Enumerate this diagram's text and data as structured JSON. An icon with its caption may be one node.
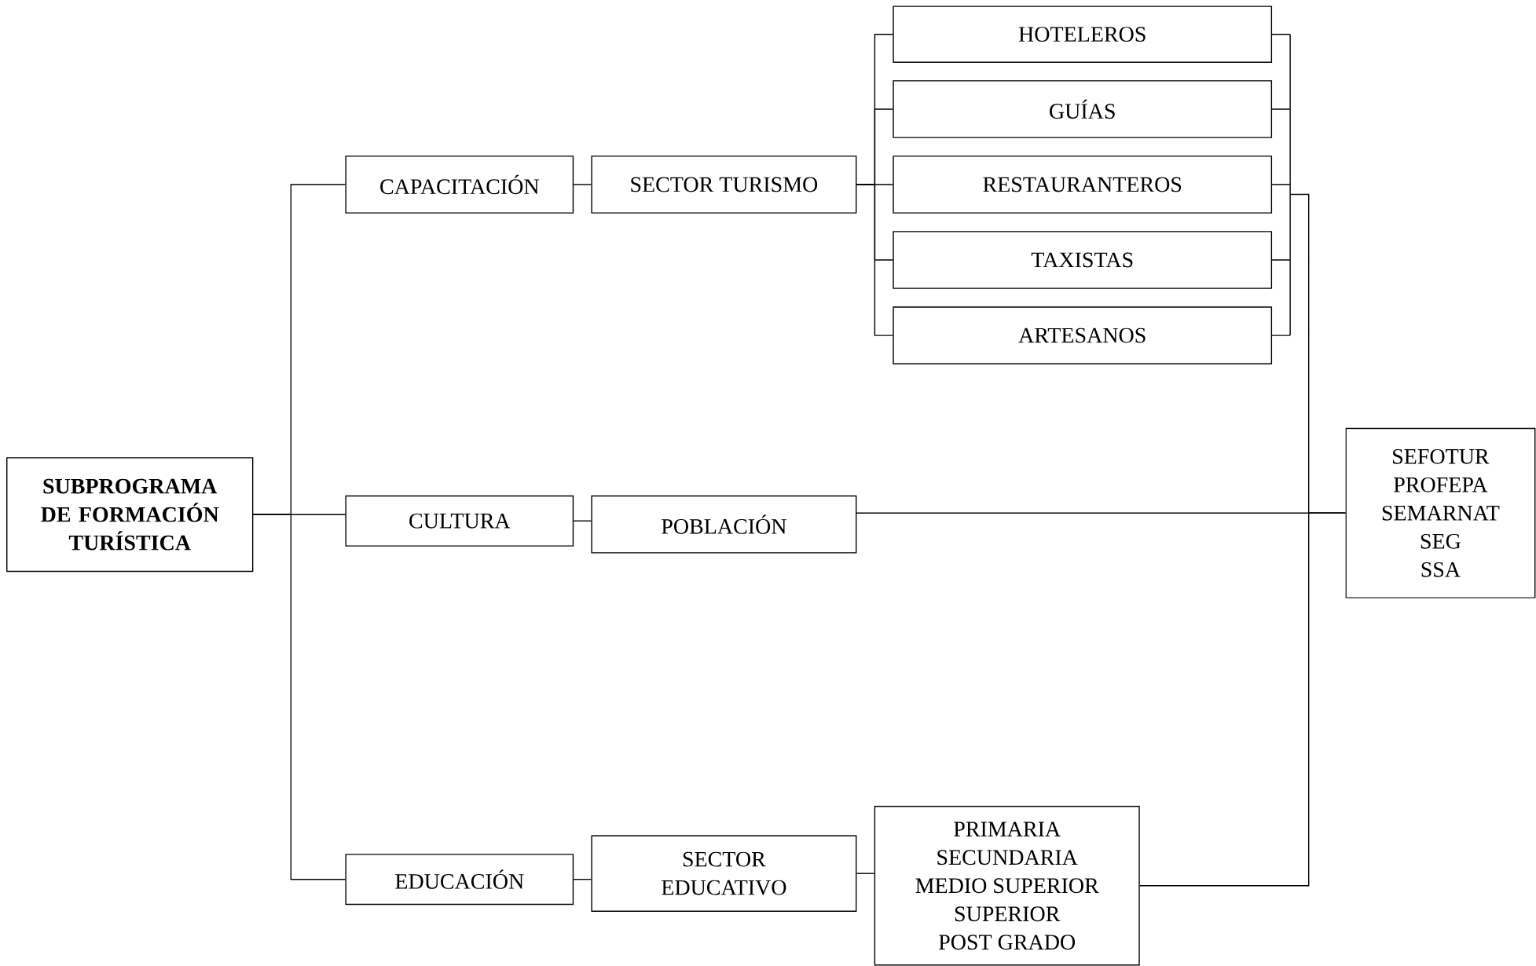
{
  "diagram": {
    "nodes": [
      {
        "text": [
          "SUBPROGRAMA DE FORMACIÓN TURÍSTICA"
        ]
      },
      {
        "text": [
          "CAPACITACIÓN"
        ]
      },
      {
        "text": [
          "SECTOR TURISMO"
        ]
      },
      {
        "text": [
          "HOTELEROS"
        ]
      },
      {
        "text": [
          "GUÍAS"
        ]
      },
      {
        "text": [
          "RESTAURANTEROS"
        ]
      },
      {
        "text": [
          "TAXISTAS"
        ]
      },
      {
        "text": [
          "ARTESANOS"
        ]
      },
      {
        "text": [
          "CULTURA"
        ]
      },
      {
        "text": [
          "POBLACIÓN"
        ]
      },
      {
        "text": [
          "SEFOTUR",
          "PROFEPA",
          "SEMARNAT",
          "SEG",
          "SSA"
        ]
      },
      {
        "text": [
          "EDUCACIÓN"
        ]
      },
      {
        "text": [
          "SECTOR EDUCATIVO"
        ]
      },
      {
        "text": [
          "PRIMARIA",
          "SECUNDARIA",
          "MEDIO SUPERIOR",
          "SUPERIOR",
          "POST GRADO"
        ]
      }
    ],
    "edges": [
      {
        "from": 0,
        "to": 1,
        "arrow": "none"
      },
      {
        "from": 0,
        "to": 8,
        "arrow": "none"
      },
      {
        "from": 0,
        "to": 11,
        "arrow": "none"
      },
      {
        "from": 1,
        "to": 2,
        "arrow": "none"
      },
      {
        "from": 2,
        "to": 3,
        "arrow": "none"
      },
      {
        "from": 2,
        "to": 4,
        "arrow": "none"
      },
      {
        "from": 2,
        "to": 5,
        "arrow": "none"
      },
      {
        "from": 2,
        "to": 6,
        "arrow": "none"
      },
      {
        "from": 2,
        "to": 7,
        "arrow": "none"
      },
      {
        "from": 3,
        "to": 10,
        "arrow": "none"
      },
      {
        "from": 4,
        "to": 10,
        "arrow": "none"
      },
      {
        "from": 5,
        "to": 10,
        "arrow": "none"
      },
      {
        "from": 6,
        "to": 10,
        "arrow": "none"
      },
      {
        "from": 7,
        "to": 10,
        "arrow": "none"
      },
      {
        "from": 8,
        "to": 9,
        "arrow": "none"
      },
      {
        "from": 9,
        "to": 10,
        "arrow": "none"
      },
      {
        "from": 11,
        "to": 12,
        "arrow": "none"
      },
      {
        "from": 12,
        "to": 13,
        "arrow": "none"
      },
      {
        "from": 13,
        "to": 10,
        "arrow": "none"
      }
    ]
  }
}
